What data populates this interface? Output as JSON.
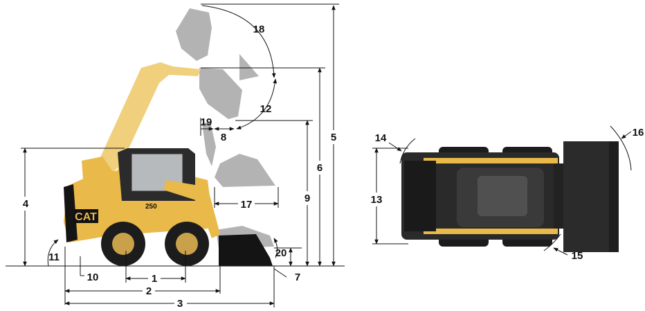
{
  "brand": {
    "logo": "CAT",
    "model": "250"
  },
  "colors": {
    "cat_yellow": "#e9b94a",
    "cat_yellow_light": "#f0cf7d",
    "tire_black": "#1c1c1c",
    "ghost_bucket": "#9a9a9a",
    "dimension_line": "#111111"
  },
  "dimension_labels": {
    "d1": "1",
    "d2": "2",
    "d3": "3",
    "d4": "4",
    "d5": "5",
    "d6": "6",
    "d7": "7",
    "d8": "8",
    "d9": "9",
    "d10": "10",
    "d11": "11",
    "d12": "12",
    "d13": "13",
    "d14": "14",
    "d15": "15",
    "d16": "16",
    "d17": "17",
    "d18": "18",
    "d19": "19",
    "d20": "20"
  }
}
